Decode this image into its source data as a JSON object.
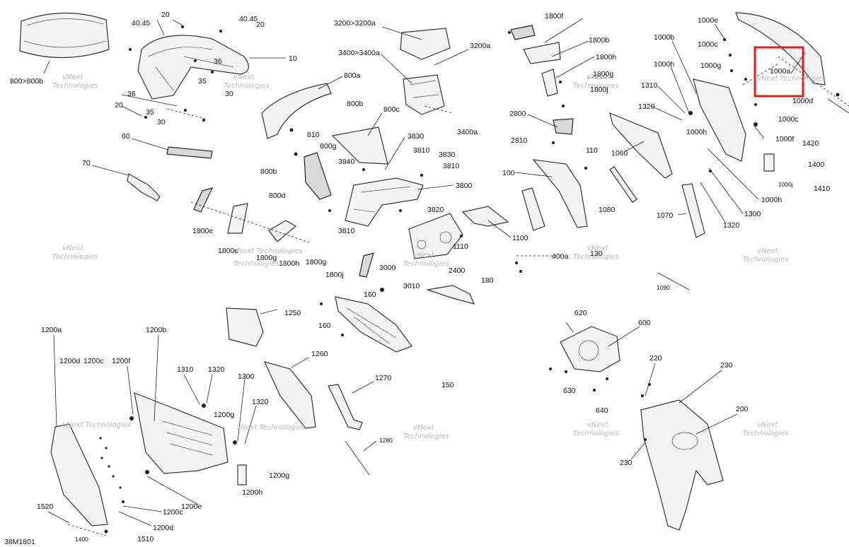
{
  "diagram": {
    "drawing_code": "38M1801",
    "watermark_line1": "vNext",
    "watermark_line2": "Technologies",
    "watermark_inline": "vNext Technologies",
    "highlight_color": "#e02020",
    "labels": {
      "l1": "800>800b",
      "l2": "40.45",
      "l3": "20",
      "l4": "40.45",
      "l5": "20",
      "l6": "10",
      "l7": "36",
      "l8": "35",
      "l9": "30",
      "l10": "36",
      "l11": "20",
      "l12": "35",
      "l13": "30",
      "l14": "60",
      "l15": "70",
      "l16": "1800e",
      "l17": "1800c",
      "l18": "1800g",
      "l19": "1800h",
      "l20": "1800g",
      "l21": "1800j",
      "l22": "3200>3200a",
      "l23": "3400>3400a",
      "l24": "3200a",
      "l25": "800a",
      "l26": "800b",
      "l27": "800c",
      "l28": "810",
      "l29": "800g",
      "l30": "800b",
      "l31": "800d",
      "l32": "3400a",
      "l33": "3830",
      "l34": "3810",
      "l35": "3830",
      "l36": "3840",
      "l37": "3810",
      "l38": "3800",
      "l39": "3820",
      "l40": "3810",
      "l41": "1110",
      "l42": "1100",
      "l43": "2400",
      "l44": "3000",
      "l45": "3010",
      "l46": "160",
      "l47": "180",
      "l48": "160",
      "l49": "150",
      "l50": "1800f",
      "l51": "1800b",
      "l52": "1800h",
      "l53": "1800g",
      "l54": "1800j",
      "l55": "2800",
      "l56": "2810",
      "l57": "110",
      "l58": "100",
      "l59": "1060",
      "l60": "1080",
      "l61": "400a",
      "l62": "130",
      "l63": "1090",
      "l64": "1000e",
      "l65": "1000b",
      "l66": "1000c",
      "l67": "1000g",
      "l68": "1000a",
      "l69": "1000h",
      "l70": "1310",
      "l71": "1320",
      "l72": "1000d",
      "l73": "1000c",
      "l74": "1000h",
      "l75": "1000f",
      "l76": "1420",
      "l77": "1400",
      "l78": "1410",
      "l79": "1000j",
      "l80": "1000h",
      "l81": "1070",
      "l82": "1300",
      "l83": "1320",
      "l84": "1250",
      "l85": "1260",
      "l86": "1270",
      "l87": "1280",
      "l88": "1200a",
      "l89": "1200b",
      "l90": "1200d",
      "l91": "1200c",
      "l92": "1200f",
      "l93": "1310",
      "l94": "1320",
      "l95": "1200g",
      "l96": "1300",
      "l97": "1320",
      "l98": "1200g",
      "l99": "1200h",
      "l100": "1200e",
      "l101": "1200c",
      "l102": "1200d",
      "l103": "1520",
      "l104": "1400",
      "l105": "1510",
      "l106": "620",
      "l107": "600",
      "l108": "630",
      "l109": "640",
      "l110": "220",
      "l111": "230",
      "l112": "200",
      "l113": "230"
    }
  }
}
